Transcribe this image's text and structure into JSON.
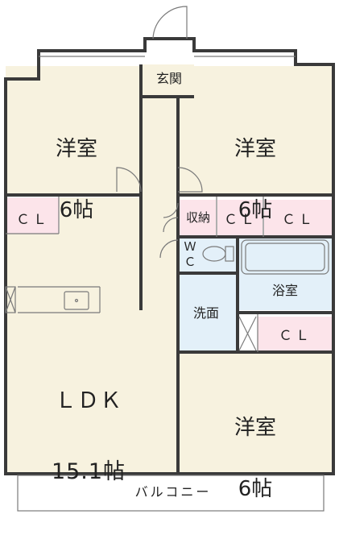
{
  "floorplan": {
    "rooms": {
      "western_room_nw": {
        "name": "洋室",
        "size": "6帖"
      },
      "western_room_ne": {
        "name": "洋室",
        "size": "6帖"
      },
      "western_room_se": {
        "name": "洋室",
        "size": "6帖"
      },
      "ldk": {
        "name": "ＬＤＫ",
        "size": "15.1帖"
      },
      "entrance": "玄関",
      "storage": "収納",
      "toilet": "Ｗ\nＣ",
      "bathroom": "浴室",
      "washroom": "洗面",
      "balcony": "バルコニー",
      "closet": "ＣＬ"
    },
    "colors": {
      "room_fill": "#f7f2df",
      "closet_fill": "#fce4ea",
      "wet_fill": "#e3f0f9",
      "wall": "#3a3a3a",
      "thin_line": "#7a7a7a"
    }
  }
}
